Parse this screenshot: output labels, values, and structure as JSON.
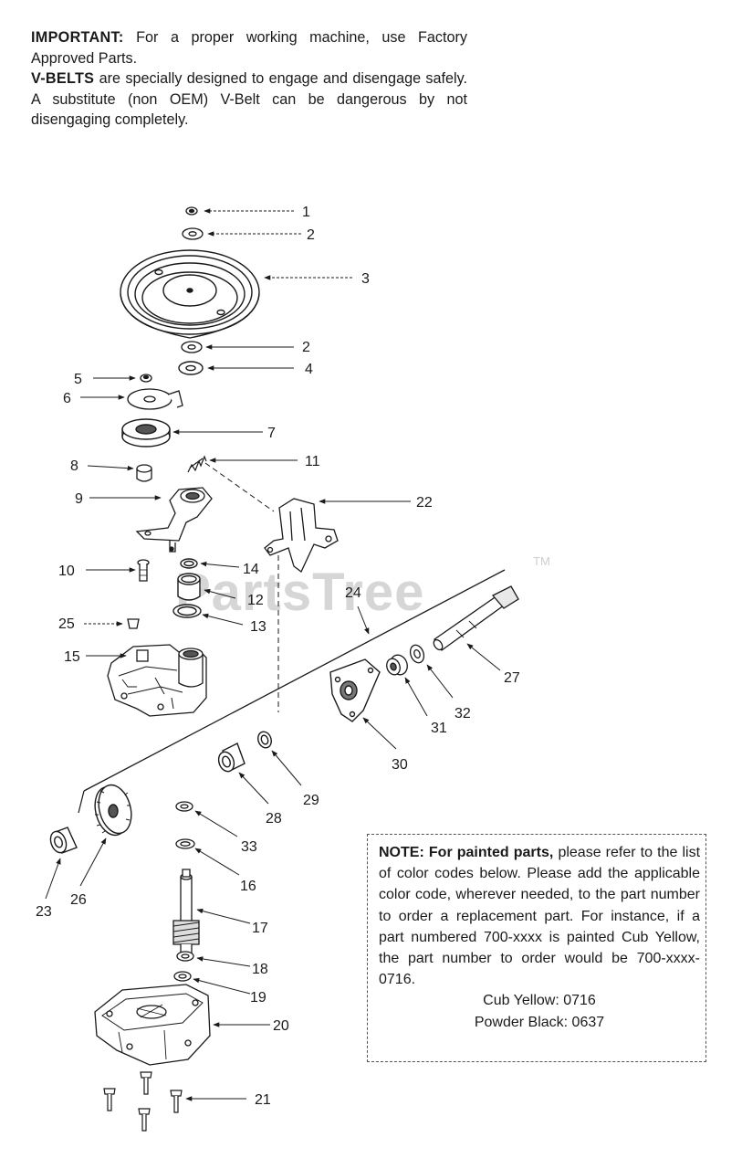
{
  "intro": {
    "important_label": "IMPORTANT:",
    "important_text": "For a proper working machine, use Factory Approved Parts.",
    "vbelts_label": "V-BELTS",
    "vbelts_text": "are specially designed to engage and disengage safely. A substitute (non OEM) V-Belt can be dangerous by not disengaging completely."
  },
  "watermark": {
    "text": "PartsTree",
    "tm": "TM"
  },
  "callouts": {
    "c1": "1",
    "c2a": "2",
    "c3": "3",
    "c2b": "2",
    "c4": "4",
    "c5": "5",
    "c6": "6",
    "c7": "7",
    "c8": "8",
    "c11": "11",
    "c9": "9",
    "c22": "22",
    "c10": "10",
    "c14": "14",
    "c12": "12",
    "c24": "24",
    "c25": "25",
    "c13": "13",
    "c15": "15",
    "c27": "27",
    "c32": "32",
    "c31": "31",
    "c30": "30",
    "c29": "29",
    "c28": "28",
    "c33": "33",
    "c16": "16",
    "c23": "23",
    "c26": "26",
    "c17": "17",
    "c18": "18",
    "c19": "19",
    "c20": "20",
    "c21": "21"
  },
  "note": {
    "label": "NOTE:",
    "label2": "For painted parts,",
    "text": "please refer to the list of color codes below. Please add the applicable color code, wherever needed, to the part number to order a replacement part. For instance, if a part numbered 700-xxxx is painted Cub Yellow, the part number to order would be 700-xxxx-0716.",
    "code1": "Cub Yellow: 0716",
    "code2": "Powder Black: 0637"
  }
}
